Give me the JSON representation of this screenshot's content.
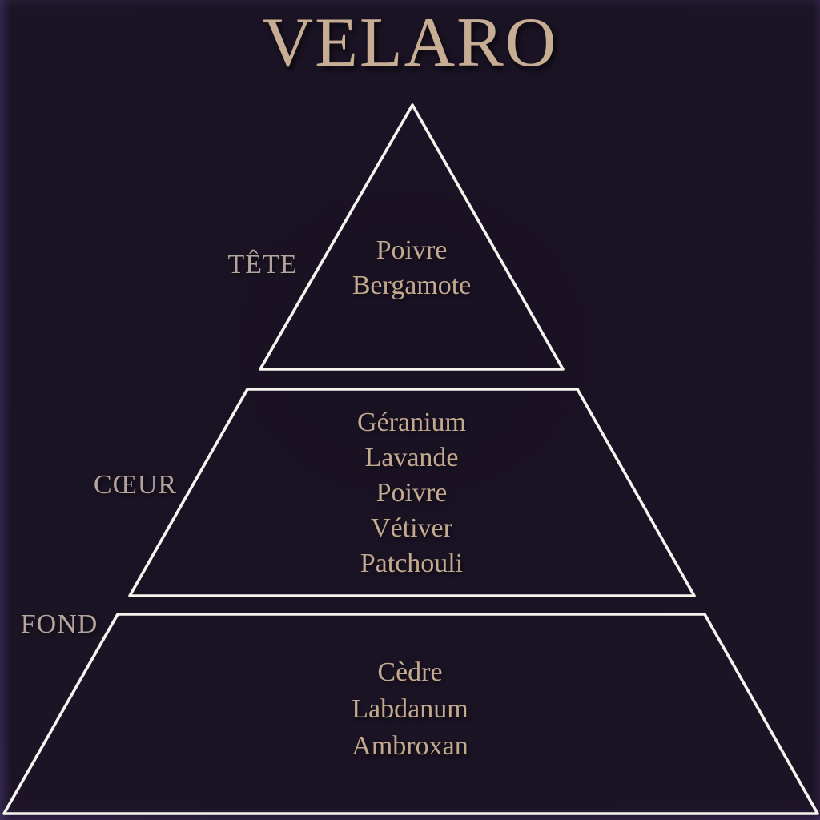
{
  "title": "VELARO",
  "diagram_type": "fragrance-olfactory-pyramid",
  "colors": {
    "background": "#1b1424",
    "background_edge_glow": "#58428c",
    "outline": "#f7f4ee",
    "title_text": "#c8ad95",
    "label_text": "#b4a49c",
    "note_text": "#c3a98f"
  },
  "pyramid": {
    "levels": [
      {
        "id": "tete",
        "label": "TÊTE",
        "notes": [
          "Poivre",
          "Bergamote"
        ]
      },
      {
        "id": "coeur",
        "label": "CŒUR",
        "notes": [
          "Géranium",
          "Lavande",
          "Poivre",
          "Vétiver",
          "Patchouli"
        ]
      },
      {
        "id": "fond",
        "label": "FOND",
        "notes": [
          "Cèdre",
          "Labdanum",
          "Ambroxan"
        ]
      }
    ]
  }
}
